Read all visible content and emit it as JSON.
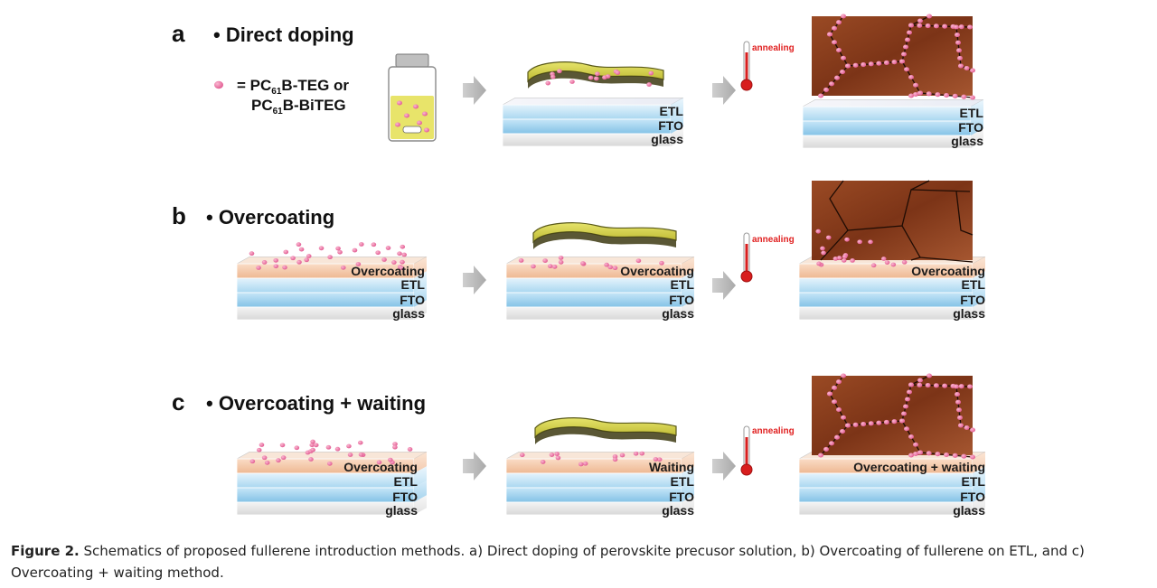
{
  "colors": {
    "glass": "#e9e9e9",
    "fto": "#9fd0ec",
    "etl": "#c9e6f7",
    "overcoating": "#f3c8a8",
    "perovskite_wet": "#d8d44a",
    "grain": "#8a3e1c",
    "fullerene": "#ee7aa8",
    "annealing_text": "#e02020",
    "arrow": "#bdbdbd"
  },
  "legend": {
    "line1": "PC",
    "line1_sub": "61",
    "line1_rest": "B-TEG or",
    "line2": "PC",
    "line2_sub": "61",
    "line2_rest": "B-BiTEG",
    "equals": "="
  },
  "panels": [
    {
      "letter": "a",
      "title": "• Direct doping",
      "step2_labels": [
        "ETL",
        "FTO",
        "glass"
      ],
      "annealing": "annealing",
      "step3_labels": [
        "ETL",
        "FTO",
        "glass"
      ]
    },
    {
      "letter": "b",
      "title": "• Overcoating",
      "step1_labels": [
        "Overcoating",
        "ETL",
        "FTO",
        "glass"
      ],
      "step2_labels": [
        "Overcoating",
        "ETL",
        "FTO",
        "glass"
      ],
      "annealing": "annealing",
      "step3_labels": [
        "Overcoating",
        "ETL",
        "FTO",
        "glass"
      ]
    },
    {
      "letter": "c",
      "title": "• Overcoating + waiting",
      "step1_labels": [
        "Overcoating",
        "ETL",
        "FTO",
        "glass"
      ],
      "step2_labels": [
        "Waiting",
        "ETL",
        "FTO",
        "glass"
      ],
      "annealing": "annealing",
      "step3_labels": [
        "Overcoating + waiting",
        "ETL",
        "FTO",
        "glass"
      ]
    }
  ],
  "caption": {
    "label": "Figure 2.",
    "text": " Schematics of proposed fullerene introduction methods. a) Direct doping of perovskite precusor solution, b) Overcoating of fullerene on ETL, and c) Overcoating + waiting method."
  }
}
